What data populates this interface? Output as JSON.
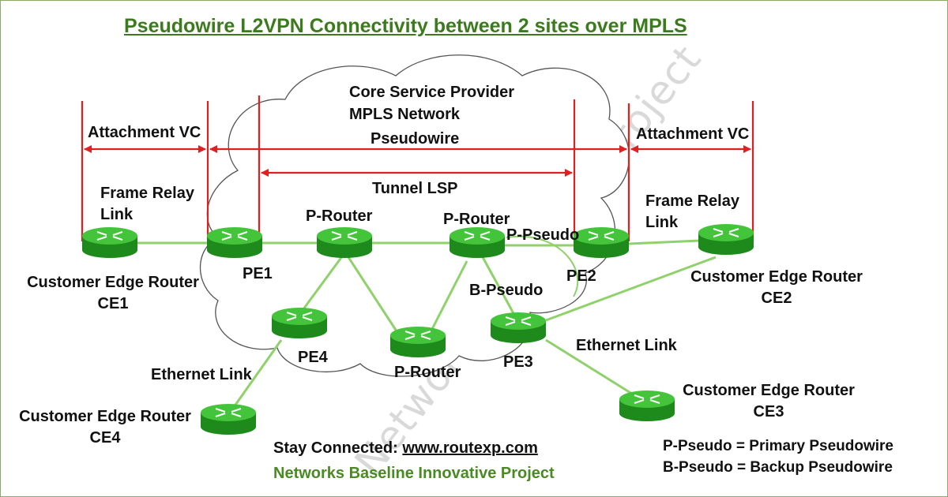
{
  "title": "Pseudowire L2VPN Connectivity between 2 sites over MPLS",
  "watermark": "Networks Baseline Project",
  "cloud_label": [
    "Core Service Provider",
    "MPLS Network"
  ],
  "spans": {
    "attachment_vc_left": "Attachment VC",
    "attachment_vc_right": "Attachment VC",
    "pseudowire": "Pseudowire",
    "tunnel_lsp": "Tunnel LSP"
  },
  "links": {
    "frame_relay_left": [
      "Frame Relay",
      "Link"
    ],
    "frame_relay_right": [
      "Frame Relay",
      "Link"
    ],
    "ethernet_left": "Ethernet Link",
    "ethernet_right": "Ethernet Link",
    "p_pseudo": "P-Pseudo",
    "b_pseudo": "B-Pseudo"
  },
  "nodes": {
    "ce1": [
      "Customer Edge Router",
      "CE1"
    ],
    "ce2": [
      "Customer Edge Router",
      "CE2"
    ],
    "ce3": [
      "Customer Edge Router",
      "CE3"
    ],
    "ce4": [
      "Customer Edge Router",
      "CE4"
    ],
    "pe1": "PE1",
    "pe2": "PE2",
    "pe3": "PE3",
    "pe4": "PE4",
    "p_router_1": "P-Router",
    "p_router_2": "P-Router",
    "p_router_3": "P-Router"
  },
  "legend": {
    "primary": "P-Pseudo = Primary Pseudowire",
    "backup": "B-Pseudo = Backup Pseudowire"
  },
  "footer": {
    "prefix": "Stay Connected: ",
    "link": "www.routexp.com",
    "project": "Networks Baseline Innovative Project"
  },
  "colors": {
    "title": "#3c7a1e",
    "router": "#2fa82a",
    "link": "#8fd16a",
    "span_arrow": "#e02020"
  }
}
